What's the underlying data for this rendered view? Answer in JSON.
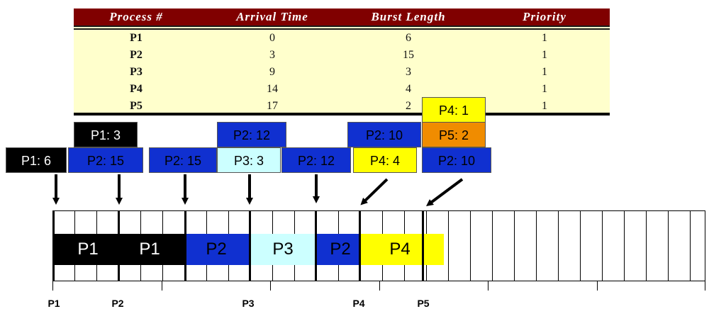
{
  "table": {
    "headers": [
      "Process #",
      "Arrival Time",
      "Burst Length",
      "Priority"
    ],
    "rows": [
      [
        "P1",
        "0",
        "6",
        "1"
      ],
      [
        "P2",
        "3",
        "15",
        "1"
      ],
      [
        "P3",
        "9",
        "3",
        "1"
      ],
      [
        "P4",
        "14",
        "4",
        "1"
      ],
      [
        "P5",
        "17",
        "2",
        "1"
      ]
    ]
  },
  "queues": {
    "t0": [
      "P1: 6"
    ],
    "t3": [
      "P1: 3",
      "P2: 15"
    ],
    "t6": [
      "P2: 15"
    ],
    "t9": [
      "P2: 12",
      "P3: 3"
    ],
    "t12": [
      "P2: 12"
    ],
    "t14": [
      "P2: 10",
      "P4: 4"
    ],
    "t17": [
      "P4: 1",
      "P5: 2",
      "P2: 10"
    ]
  },
  "gantt": {
    "segments": [
      {
        "label": "P1",
        "start": 0,
        "end": 3,
        "color": "black"
      },
      {
        "label": "P1",
        "start": 3,
        "end": 6,
        "color": "black"
      },
      {
        "label": "P2",
        "start": 6,
        "end": 9,
        "color": "blue"
      },
      {
        "label": "P3",
        "start": 9,
        "end": 12,
        "color": "lightblue"
      },
      {
        "label": "P2",
        "start": 12,
        "end": 14,
        "color": "blue"
      },
      {
        "label": "P4",
        "start": 14,
        "end": 18,
        "color": "yellow"
      }
    ],
    "total_units": 30
  },
  "arrival_labels": [
    "P1",
    "P2",
    "P3",
    "P4",
    "P5"
  ],
  "colors": {
    "header": "#800000",
    "table_bg": "#ffffcc",
    "black": "#000000",
    "blue": "#1030d0",
    "lightblue": "#ccffff",
    "yellow": "#ffff00",
    "orange": "#f08c00"
  }
}
